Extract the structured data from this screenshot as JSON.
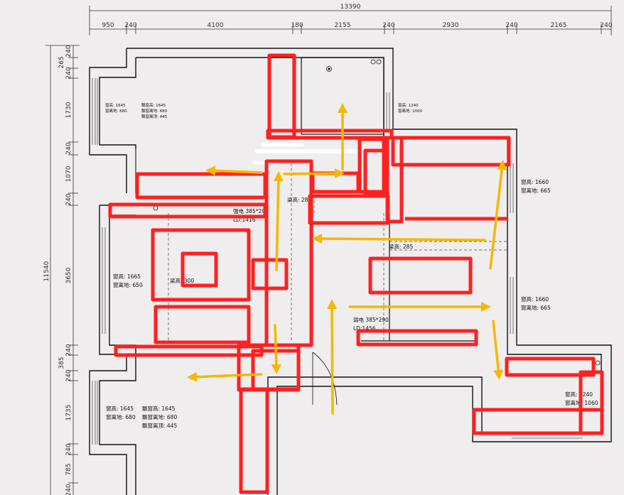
{
  "dimensions": {
    "top_total": "13390",
    "top": [
      "950",
      "240",
      "4100",
      "180",
      "2155",
      "240",
      "2930",
      "240",
      "2165",
      "240"
    ],
    "left_total": "11540",
    "left": [
      "240",
      "265",
      "240",
      "1730",
      "240",
      "1070",
      "240",
      "3650",
      "240",
      "385",
      "240",
      "1735",
      "240",
      "785",
      "240"
    ]
  },
  "labels": {
    "win_top_left": [
      "窗高: 1645",
      "窗离地: 680"
    ],
    "bay_top_left": [
      "飘窗高: 1645",
      "飘窗离地: 680",
      "飘窗离顶: 445"
    ],
    "win_top_mid": [
      "窗高: 1240",
      "窗离地: 1000"
    ],
    "win_right_1": [
      "窗高: 1660",
      "窗离地: 665"
    ],
    "win_right_2": [
      "窗高: 1660",
      "窗离地: 665"
    ],
    "win_left_mid": [
      "窗高: 1665",
      "窗离地: 650"
    ],
    "beam_1": "梁高: 285",
    "beam_2": "梁高: 285",
    "beam_3": "梁高: 300",
    "strong_box": [
      "强电 385*290",
      "LD:1416"
    ],
    "weak_box": [
      "弱电 385*290",
      "LD:1456"
    ],
    "win_bottom_left": [
      "窗高: 1645",
      "窗离地: 680"
    ],
    "bay_bottom_left": [
      "飘窗高: 1645",
      "飘窗离地: 680",
      "飘窗离顶: 445"
    ],
    "win_bottom_right": [
      "窗高: 1240",
      "窗离地: 1060"
    ]
  },
  "colors": {
    "wall": "#111111",
    "markup": "#ff2020",
    "arrow": "#f5b800",
    "background": "#efedee"
  }
}
